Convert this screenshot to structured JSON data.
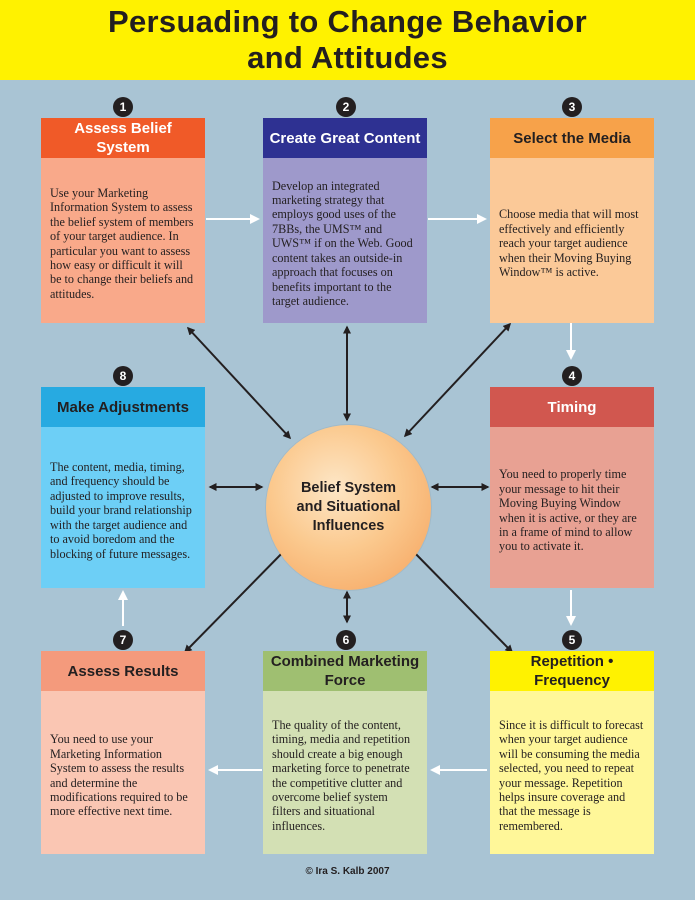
{
  "title": {
    "line1": "Persuading to Change Behavior",
    "line2": "and Attitudes"
  },
  "center": {
    "line1": "Belief System",
    "line2": "and Situational",
    "line3": "Influences"
  },
  "steps": [
    {
      "number": "1",
      "title": "Assess Belief System",
      "body": "Use your Marketing Information System to assess the belief system of members of your target audience. In particular you want to assess how easy or difficult it will be to change their beliefs and attitudes.",
      "head_color": "#f05a28",
      "body_color": "#f9a98a",
      "head_text_color": "#ffffff"
    },
    {
      "number": "2",
      "title": "Create Great Content",
      "body": "Develop an integrated marketing strategy that employs good uses of the 7BBs, the UMS™ and UWS™ if on the Web. Good content takes an outside-in approach that focuses on benefits important to the target audience.",
      "head_color": "#2e3192",
      "body_color": "#9e99cb",
      "head_text_color": "#ffffff"
    },
    {
      "number": "3",
      "title": "Select the Media",
      "body": "Choose media that will most effectively and efficiently reach your target audience when their Moving Buying Window™ is active.",
      "head_color": "#f7a24a",
      "body_color": "#fbc998",
      "head_text_color": "#231f20"
    },
    {
      "number": "4",
      "title": "Timing",
      "body": "You need to properly time your message to hit their Moving Buying Window when it is active, or they are in a frame of mind to allow you to activate it.",
      "head_color": "#d1574f",
      "body_color": "#e8a193",
      "head_text_color": "#ffffff"
    },
    {
      "number": "5",
      "title": "Repetition • Frequency",
      "body": "Since it is difficult to forecast when your target audience will be consuming the media selected, you need to repeat your message. Repetition helps insure coverage and that the message is remembered.",
      "head_color": "#fff200",
      "body_color": "#fff799",
      "head_text_color": "#231f20"
    },
    {
      "number": "6",
      "title": "Combined Marketing Force",
      "body": "The quality of the content, timing, media and repetition should create a big enough marketing force to penetrate the competitive clutter and overcome belief system filters and situational influences.",
      "head_color": "#9fbf71",
      "body_color": "#d3e0b4",
      "head_text_color": "#231f20"
    },
    {
      "number": "7",
      "title": "Assess Results",
      "body": "You need to use your Marketing Information System to assess the results and determine the modifications required to be more effective next time.",
      "head_color": "#f49a7c",
      "body_color": "#fac6b3",
      "head_text_color": "#231f20"
    },
    {
      "number": "8",
      "title": "Make Adjustments",
      "body": "The content, media, timing, and frequency should be adjusted to improve results, build your brand relationship with the target audience and to avoid boredom and the blocking of future messages.",
      "head_color": "#27aae1",
      "body_color": "#6dcff6",
      "head_text_color": "#231f20"
    }
  ],
  "copyright": "© Ira S. Kalb 2007"
}
